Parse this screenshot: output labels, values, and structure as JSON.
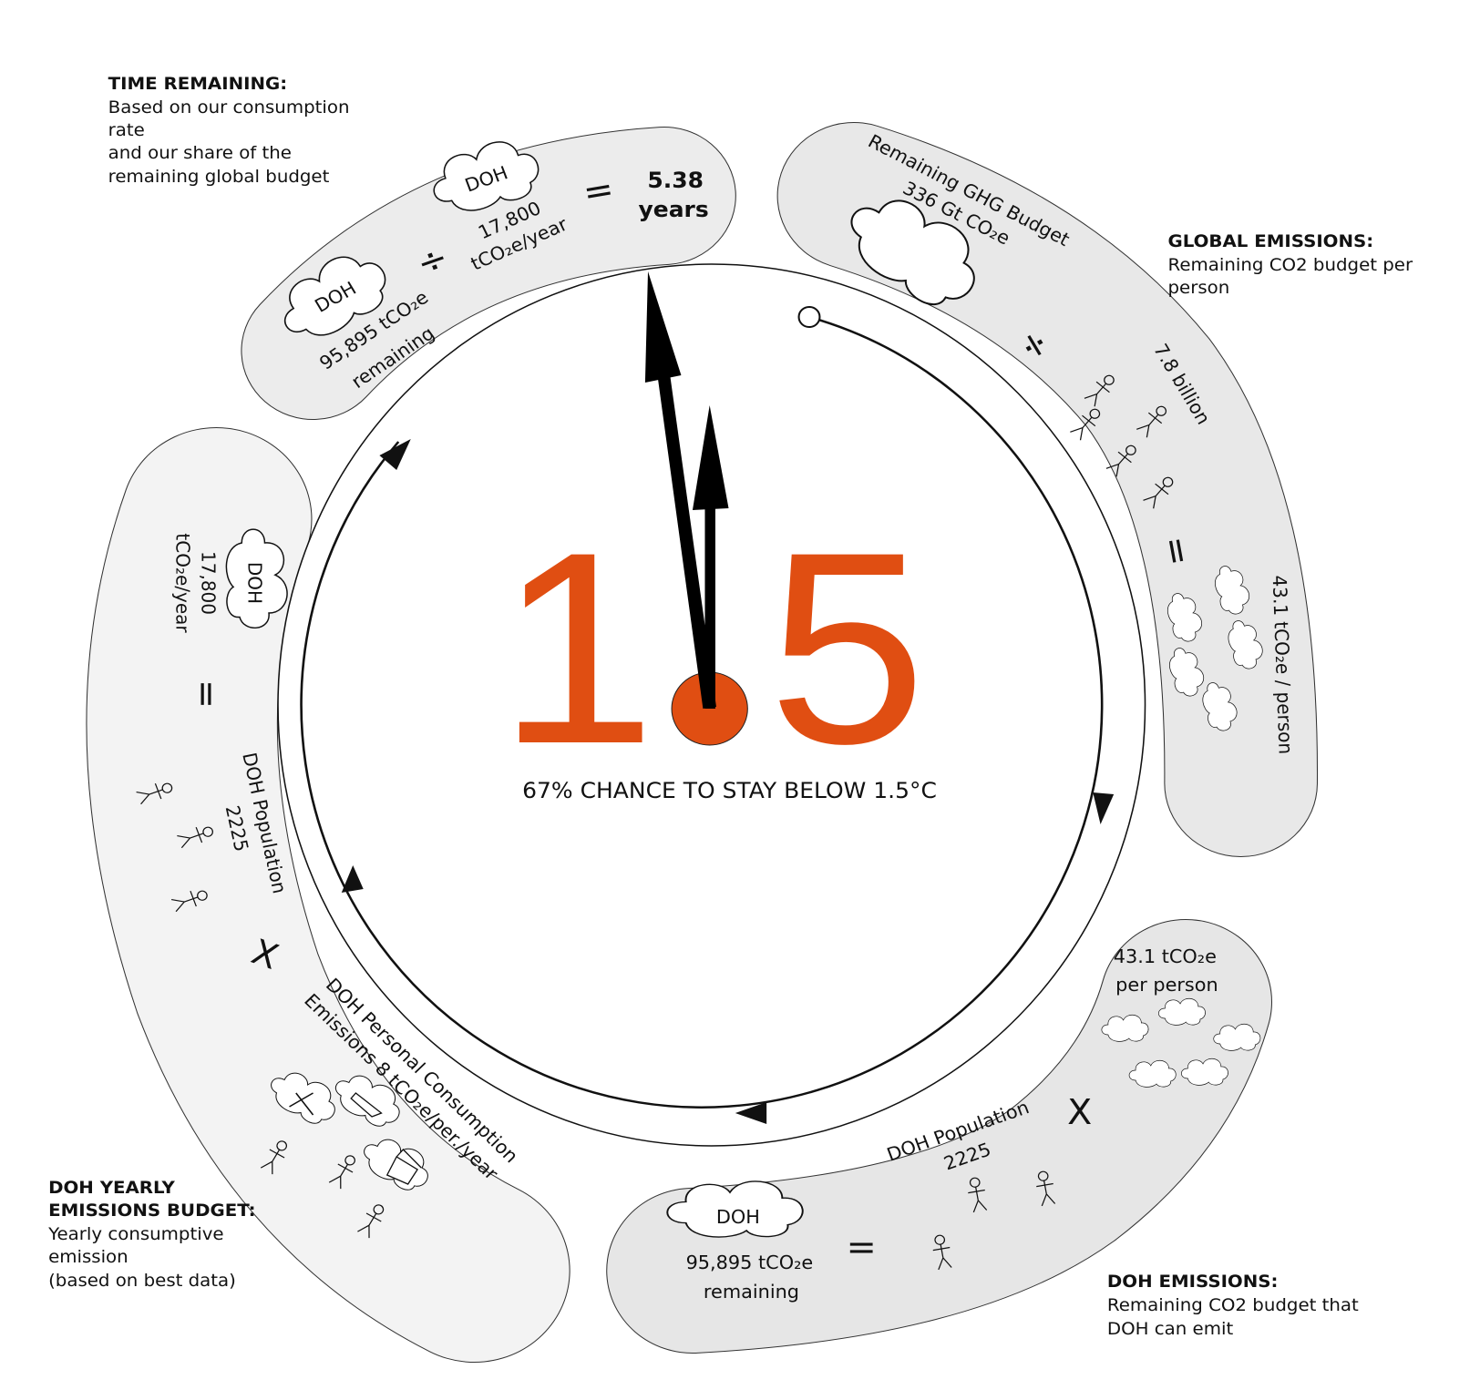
{
  "colors": {
    "accent": "#E04E12",
    "blob_top": "#ececec",
    "blob_right": "#e8e8e8",
    "blob_bottom": "#e6e6e6",
    "blob_left": "#f3f3f3"
  },
  "center": {
    "digit_one": "1",
    "digit_five": "5",
    "caption": "67% CHANCE TO STAY BELOW 1.5°C"
  },
  "labels": {
    "time_remaining": {
      "title": "TIME REMAINING:",
      "lines": [
        "Based on our consumption",
        "rate",
        "and our share of the",
        "remaining global budget"
      ]
    },
    "global_emissions": {
      "title": "GLOBAL  EMISSIONS:",
      "lines": [
        "Remaining CO2 budget per",
        "person"
      ]
    },
    "doh_yearly": {
      "title_lines": [
        "DOH  YEARLY",
        "EMISSIONS BUDGET:"
      ],
      "lines": [
        "Yearly consumptive",
        "emission",
        "(based on best data)"
      ]
    },
    "doh_emissions": {
      "title": "DOH  EMISSIONS:",
      "lines": [
        "Remaining CO2 budget that",
        "DOH can emit"
      ]
    }
  },
  "time_blob": {
    "cloud1": "DOH",
    "remaining_value": "95,895 tCO₂e",
    "remaining_word": "remaining",
    "divide": "÷",
    "cloud2": "DOH",
    "rate_value": "17,800",
    "rate_unit": "tCO₂e/year",
    "equals": "=",
    "result_value": "5.38",
    "result_unit": "years"
  },
  "global_blob": {
    "budget_title": "Remaining GHG Budget",
    "budget_value": "336 Gt CO₂e",
    "divide": "÷",
    "population": "7.8 billion",
    "equals": "=",
    "per_person": "43.1 tCO₂e / person"
  },
  "doh_blob": {
    "per_person_value": "43.1 tCO₂e",
    "per_person_word": "per person",
    "times": "X",
    "population_label": "DOH Population",
    "population_value": "2225",
    "equals": "=",
    "cloud": "DOH",
    "remaining_value": "95,895 tCO₂e",
    "remaining_word": "remaining"
  },
  "yearly_blob": {
    "cloud": "DOH",
    "rate_value": "17,800",
    "rate_unit": "tCO₂e/year",
    "equals": "=",
    "population_label": "DOH Population",
    "population_value": "2225",
    "times": "X",
    "consumption_line1": "DOH Personal Consumption",
    "consumption_line2": "Emissions 8 tCO₂e/per./year"
  }
}
